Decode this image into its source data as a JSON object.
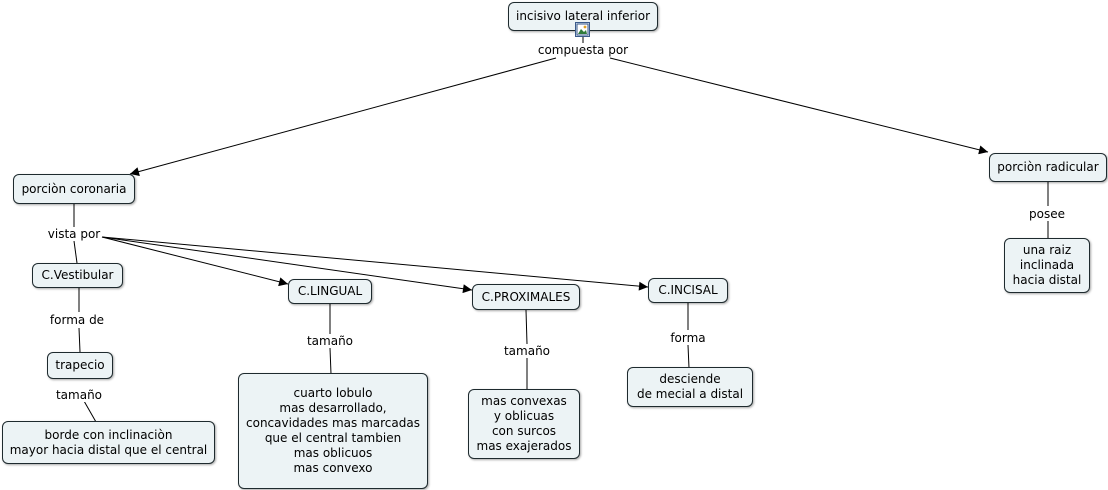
{
  "nodes": {
    "root": "incisivo lateral inferior",
    "coronaria": "porciòn coronaria",
    "radicular": "porciòn radicular",
    "raiz": "una raiz\ninclinada\nhacia distal",
    "vestibular": "C.Vestibular",
    "lingual": "C.LINGUAL",
    "proximales": "C.PROXIMALES",
    "incisal": "C.INCISAL",
    "trapecio": "trapecio",
    "borde": "borde con inclinaciòn\nmayor hacia distal que el central",
    "cuarto": "cuarto lobulo\nmas desarrollado,\nconcavidades mas marcadas\nque el central tambien\nmas oblicuos\nmas convexo",
    "convexas": "mas convexas\ny oblicuas\ncon surcos\nmas exajerados",
    "desciende": "desciende\nde mecial a distal"
  },
  "links": {
    "compuesta": "compuesta por",
    "posee": "posee",
    "vista": "vista por",
    "forma_de": "forma de",
    "tamano_trapecio": "tamaño",
    "tamano_lingual": "tamaño",
    "tamano_proximales": "tamaño",
    "forma": "forma"
  },
  "icons": {
    "root_attachment": "image-icon"
  },
  "colors": {
    "node_fill": "#ecf3f5",
    "node_border": "#1e2a2e",
    "line": "#000000"
  }
}
